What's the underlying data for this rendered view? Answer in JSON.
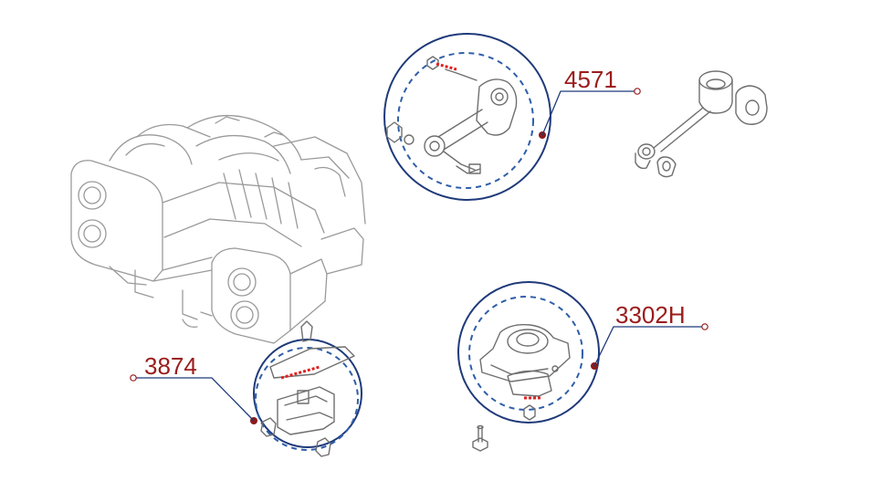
{
  "colors": {
    "circle": "#1f3a7a",
    "dashed": "#2f5ea8",
    "callout_text": "#9b1c1c",
    "callout_dot": "#8b1a1a",
    "highlight": "#e02020",
    "sketch": "#9a9a9a"
  },
  "callouts": [
    {
      "id": "front-mount-3874",
      "label": "3874"
    },
    {
      "id": "upper-link-4571",
      "label": "4571"
    },
    {
      "id": "trans-mount-3302H",
      "label": "3302H"
    }
  ],
  "illustrations": [
    "engine-block",
    "upper-link-detail",
    "pitch-stop-link-assembly",
    "front-engine-mount",
    "transmission-mount",
    "mount-bolt"
  ]
}
